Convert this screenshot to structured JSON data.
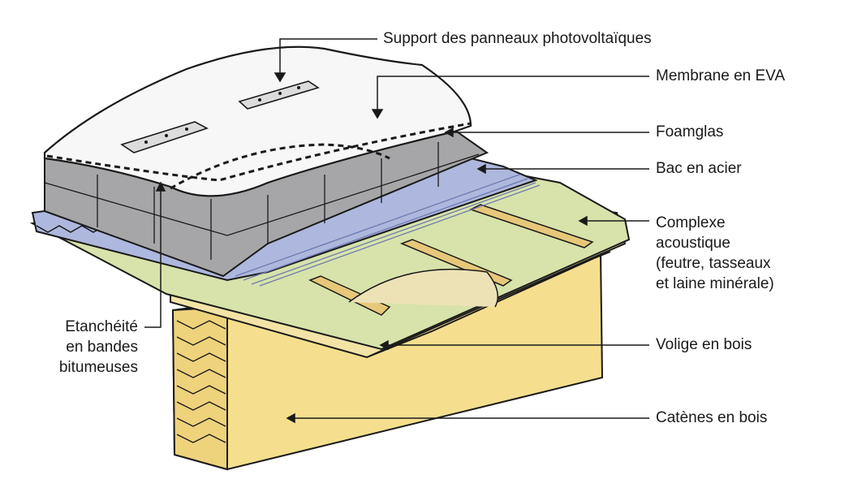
{
  "labels": {
    "support": "Support des panneaux photovoltaïques",
    "membrane": "Membrane en EVA",
    "foamglas": "Foamglas",
    "bac": "Bac en acier",
    "complexe": [
      "Complexe",
      "acoustique",
      "(feutre, tasseaux",
      "et laine minérale)"
    ],
    "etancheite": [
      "Etanchéité",
      "en bandes",
      "bitumeuses"
    ],
    "volige": "Volige en bois",
    "catenes": "Catènes en bois"
  },
  "colors": {
    "outline": "#1a1a1a",
    "foamglas": "#a6a6a8",
    "membrane": "#f7f7f7",
    "steel": "#aeb7dd",
    "acoustic": "#d7e3aa",
    "wood": "#f3e3a6",
    "batten": "#e7c77a",
    "timber": "#f5df8e"
  }
}
